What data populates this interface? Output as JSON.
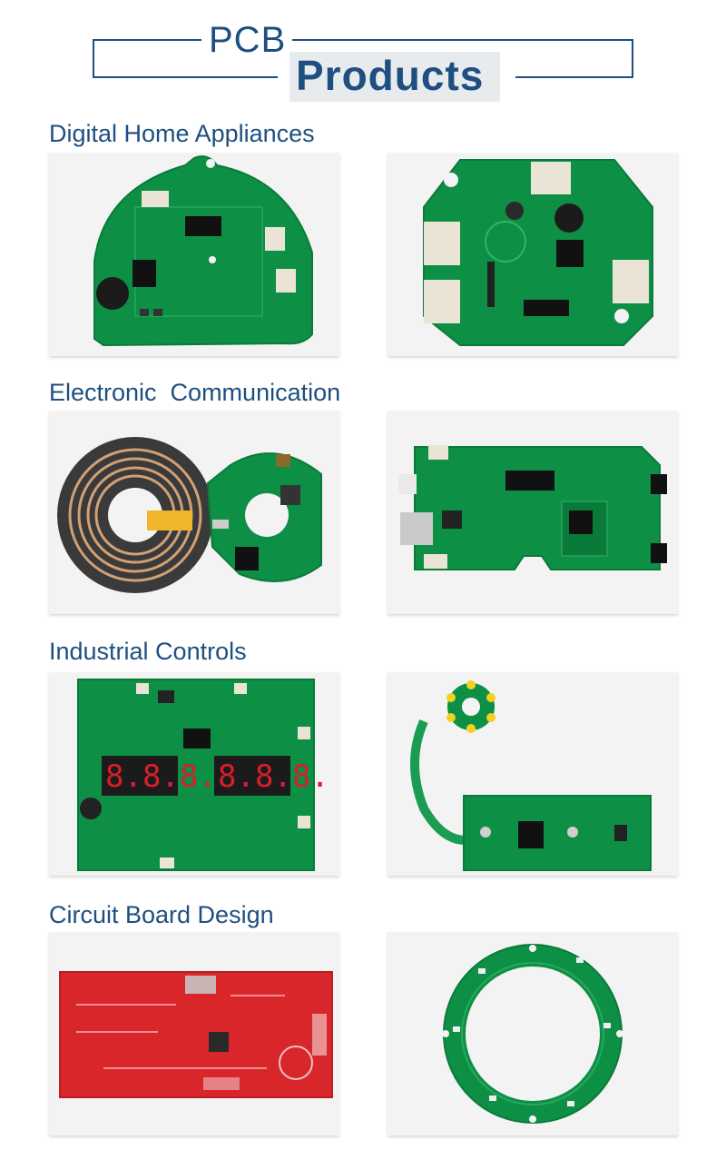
{
  "header": {
    "title_small": "PCB",
    "title_big": "Products"
  },
  "sections": [
    {
      "title": "Digital Home Appliances"
    },
    {
      "title": "Electronic  Communication"
    },
    {
      "title": "Industrial Controls"
    },
    {
      "title": "Circuit Board Design"
    }
  ],
  "colors": {
    "accent": "#1e4f80",
    "pcb_green": "#0d8f45",
    "pcb_red": "#d8262b"
  },
  "images": [
    {
      "name": "round-green-pcb-with-connectors"
    },
    {
      "name": "round-green-pcb-with-white-connectors"
    },
    {
      "name": "wireless-charging-coil-and-ring-pcb"
    },
    {
      "name": "green-pcb-with-usb-c-and-buttons"
    },
    {
      "name": "green-pcb-with-led-displays"
    },
    {
      "name": "led-ring-with-flex-cable-pcb"
    },
    {
      "name": "red-pcb-design-board"
    },
    {
      "name": "green-ring-pcb"
    }
  ]
}
